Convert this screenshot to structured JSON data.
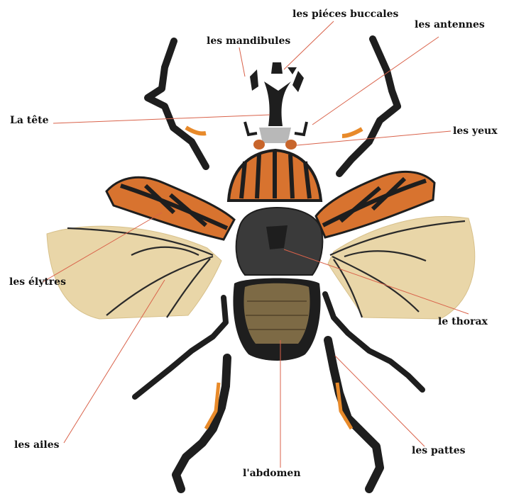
{
  "labels": {
    "pieces_buccales": "les piéces buccales",
    "mandibules": "les mandibules",
    "antennes": "les antennes",
    "tete": "La tête",
    "yeux": "les yeux",
    "elytres": "les élytres",
    "thorax": "le thorax",
    "ailes": "les ailes",
    "pattes": "les pattes",
    "abdomen": "l'abdomen"
  },
  "colors": {
    "leader_line": "#d9624a",
    "body_black": "#1e1e1e",
    "body_dark_gray": "#3a3a3a",
    "orange": "#d8732f",
    "wing_tan": "#e9d6a8",
    "abdomen_brown": "#7d6a45",
    "eye_orange": "#c8652b",
    "fringe_orange": "#e88a2a"
  },
  "icons": [
    "beetle-illustration"
  ]
}
